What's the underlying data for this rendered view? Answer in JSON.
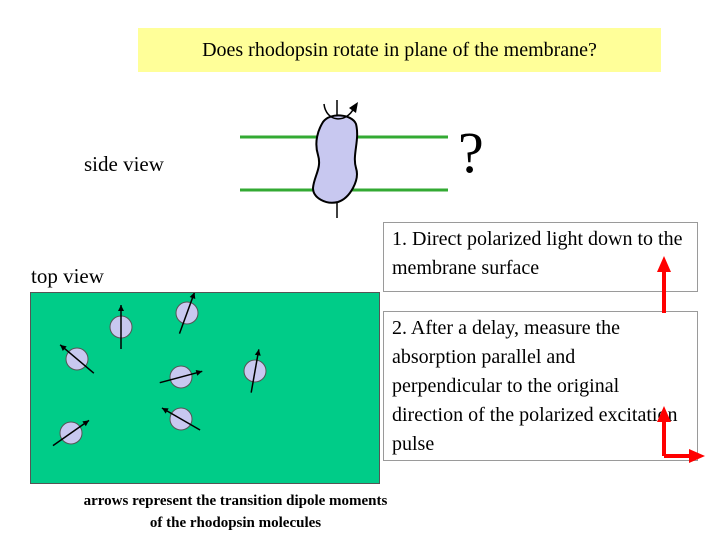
{
  "title": "Does rhodopsin rotate in plane of the membrane?",
  "labels": {
    "side_view": "side view",
    "top_view": "top view",
    "question_mark": "?"
  },
  "steps": [
    "1. Direct polarized light down to the membrane surface",
    "2. After a delay, measure the absorption  parallel and perpendicular to the original direction of the polarized excitation pulse"
  ],
  "caption": {
    "line1": "arrows represent the transition dipole moments",
    "line2": "of the rhodopsin molecules"
  },
  "colors": {
    "title_bg": "#ffff99",
    "membrane_line": "#33aa33",
    "molecule_fill": "#c8c8f0",
    "panel_bg": "#00cc88",
    "arrow_red": "#ff0000"
  },
  "molecules": [
    {
      "angle": 90
    },
    {
      "angle": 70
    },
    {
      "angle": 140
    },
    {
      "angle": 15
    },
    {
      "angle": 80
    },
    {
      "angle": 35
    },
    {
      "angle": 150
    },
    {
      "angle": 55
    }
  ]
}
